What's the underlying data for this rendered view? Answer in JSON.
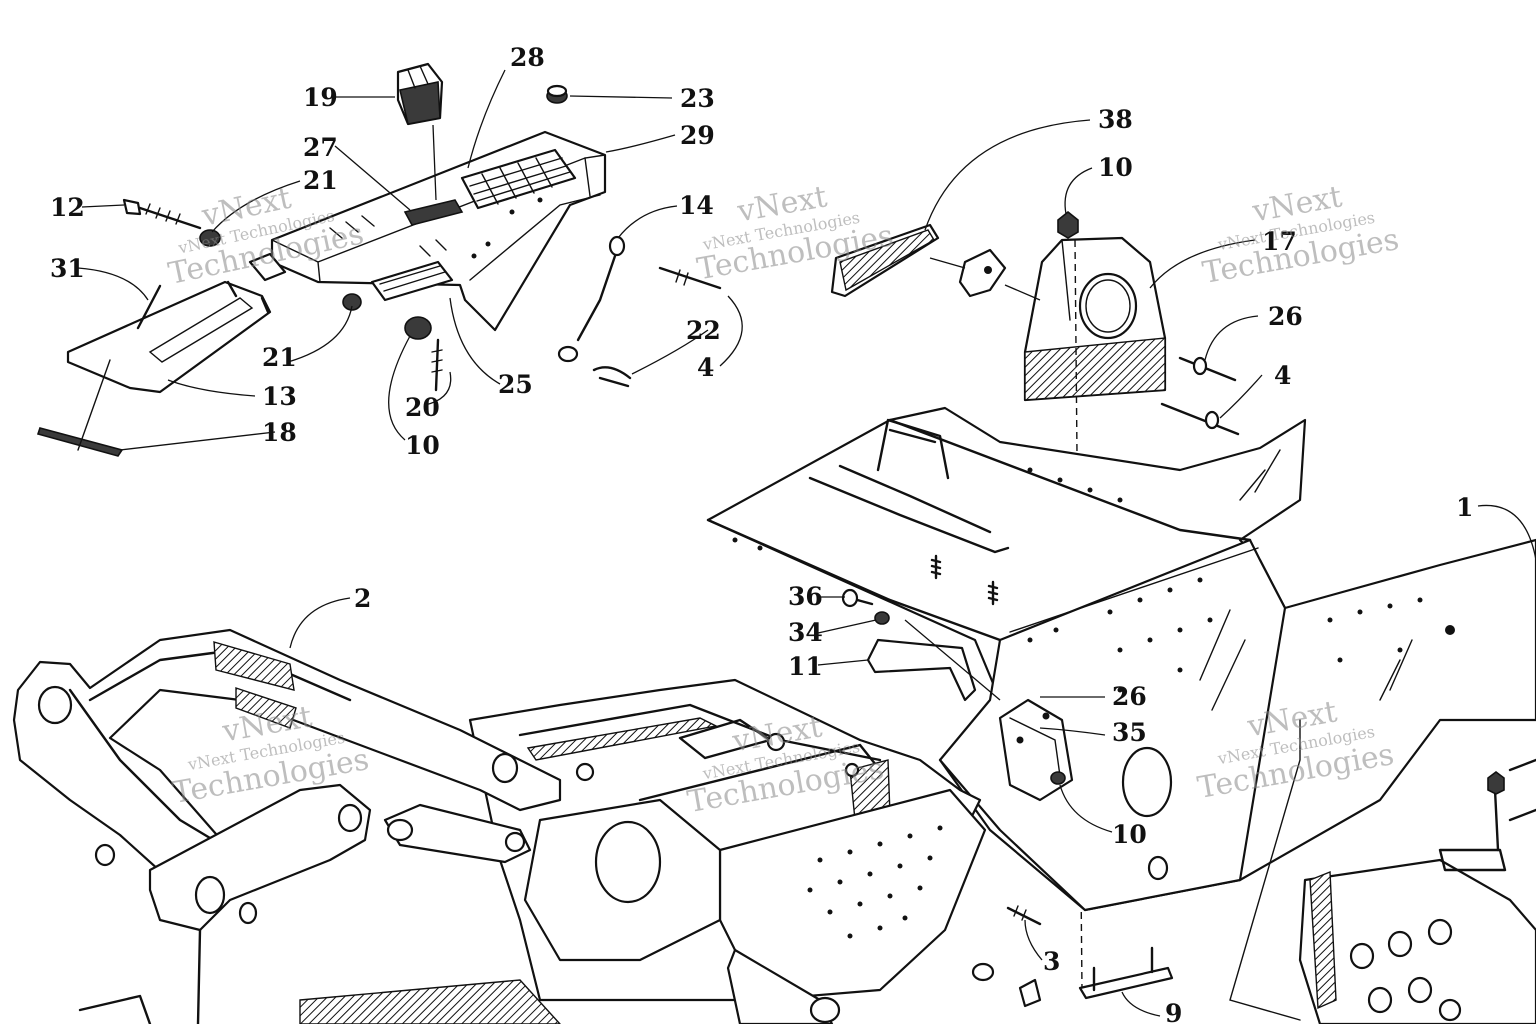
{
  "callouts": [
    {
      "id": "c28",
      "label": "28"
    },
    {
      "id": "c19",
      "label": "19"
    },
    {
      "id": "c23",
      "label": "23"
    },
    {
      "id": "c27",
      "label": "27"
    },
    {
      "id": "c29",
      "label": "29"
    },
    {
      "id": "c12",
      "label": "12"
    },
    {
      "id": "c21a",
      "label": "21"
    },
    {
      "id": "c14",
      "label": "14"
    },
    {
      "id": "c31",
      "label": "31"
    },
    {
      "id": "c21b",
      "label": "21"
    },
    {
      "id": "c13",
      "label": "13"
    },
    {
      "id": "c22",
      "label": "22"
    },
    {
      "id": "c4a",
      "label": "4"
    },
    {
      "id": "c25",
      "label": "25"
    },
    {
      "id": "c20",
      "label": "20"
    },
    {
      "id": "c18",
      "label": "18"
    },
    {
      "id": "c10a",
      "label": "10"
    },
    {
      "id": "c38",
      "label": "38"
    },
    {
      "id": "c10b",
      "label": "10"
    },
    {
      "id": "c17",
      "label": "17"
    },
    {
      "id": "c26a",
      "label": "26"
    },
    {
      "id": "c4b",
      "label": "4"
    },
    {
      "id": "c1",
      "label": "1"
    },
    {
      "id": "c2",
      "label": "2"
    },
    {
      "id": "c36",
      "label": "36"
    },
    {
      "id": "c34",
      "label": "34"
    },
    {
      "id": "c11",
      "label": "11"
    },
    {
      "id": "c26b",
      "label": "26"
    },
    {
      "id": "c35",
      "label": "35"
    },
    {
      "id": "c10c",
      "label": "10"
    },
    {
      "id": "c3",
      "label": "3"
    },
    {
      "id": "c9",
      "label": "9"
    }
  ],
  "watermark": {
    "line1": "vNext Technologies",
    "line2": "vNext",
    "line3": "Technologies"
  }
}
